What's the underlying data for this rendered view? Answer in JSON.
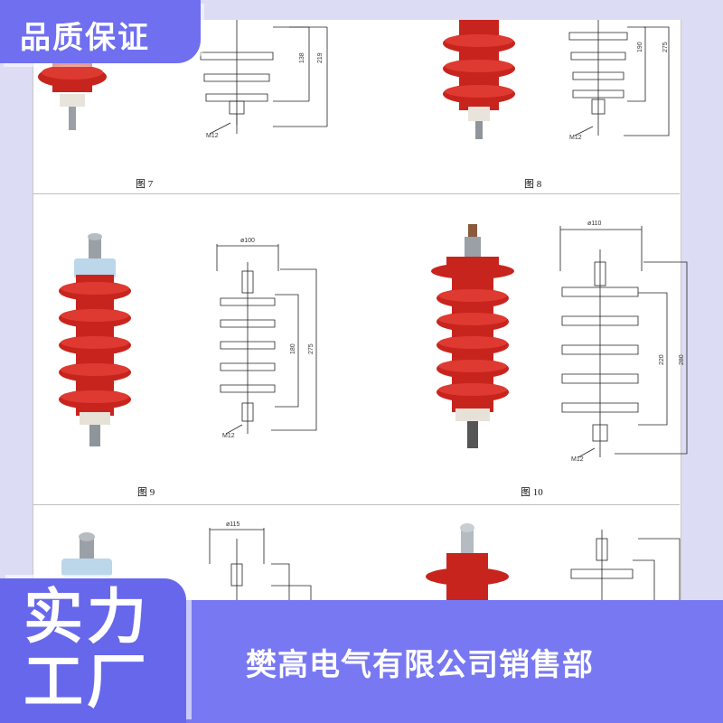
{
  "badge_top": "品质保证",
  "badge_bottom": {
    "line1": "实力",
    "line2": "工厂"
  },
  "company": "樊高电气有限公司销售部",
  "figures": [
    {
      "caption": "图 7",
      "dims": [
        "138",
        "219"
      ],
      "thread": "M12"
    },
    {
      "caption": "图 8",
      "dims": [
        "190",
        "275"
      ],
      "thread": "M12"
    },
    {
      "caption": "图 9",
      "dims": [
        "ø100",
        "180",
        "275"
      ],
      "thread": "M12"
    },
    {
      "caption": "图 10",
      "dims": [
        "ø110",
        "220",
        "280"
      ],
      "thread": "M12"
    },
    {
      "caption": "",
      "dims": [
        "ø115"
      ],
      "thread": ""
    }
  ],
  "colors": {
    "accent": "#6f6ff0",
    "band": "#7878f2",
    "insulator_red": "#c8241e"
  }
}
